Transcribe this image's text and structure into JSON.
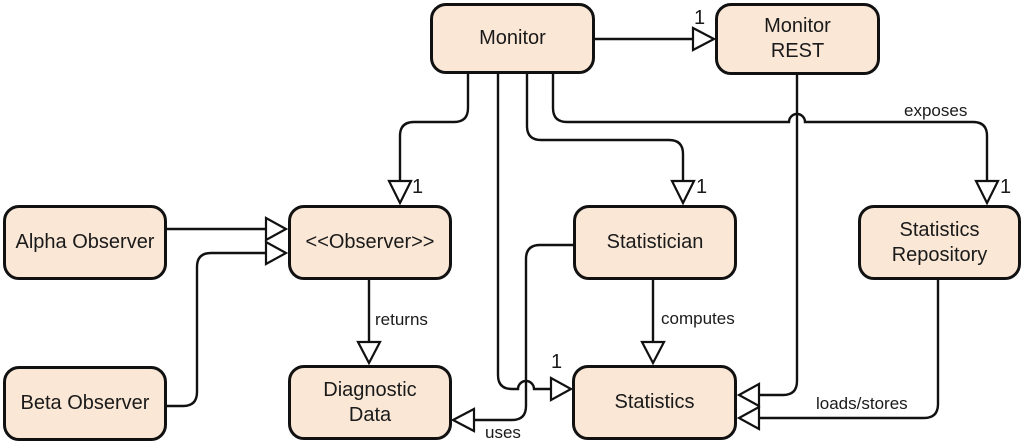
{
  "diagram": {
    "background": "#ffffff",
    "node_fill": "#fae7d6",
    "node_border": "#111111",
    "line_color": "#111111",
    "multiplicity": "1",
    "nodes": {
      "monitor": {
        "line1": "Monitor"
      },
      "monitor_rest": {
        "line1": "Monitor",
        "line2": "REST"
      },
      "alpha_observer": {
        "line1": "Alpha Observer"
      },
      "observer": {
        "line1": "<<Observer>>"
      },
      "statistician": {
        "line1": "Statistician"
      },
      "statistics_repository": {
        "line1": "Statistics",
        "line2": "Repository"
      },
      "beta_observer": {
        "line1": "Beta Observer"
      },
      "diagnostic_data": {
        "line1": "Diagnostic",
        "line2": "Data"
      },
      "statistics": {
        "line1": "Statistics"
      }
    },
    "edge_labels": {
      "returns": "returns",
      "computes": "computes",
      "uses": "uses",
      "exposes": "exposes",
      "loads_stores": "loads/stores"
    },
    "edges": [
      {
        "from": "Monitor",
        "to": "Monitor REST",
        "multiplicity": "1"
      },
      {
        "from": "Monitor",
        "to": "<<Observer>>",
        "multiplicity": "1"
      },
      {
        "from": "Monitor",
        "to": "Statistician",
        "multiplicity": "1"
      },
      {
        "from": "Monitor",
        "to": "Statistics",
        "multiplicity": "1"
      },
      {
        "from": "Monitor",
        "to": "Statistics Repository",
        "multiplicity": "1",
        "label": "exposes"
      },
      {
        "from": "Alpha Observer",
        "to": "<<Observer>>"
      },
      {
        "from": "Beta Observer",
        "to": "<<Observer>>"
      },
      {
        "from": "<<Observer>>",
        "to": "Diagnostic Data",
        "label": "returns"
      },
      {
        "from": "Statistician",
        "to": "Statistics",
        "label": "computes"
      },
      {
        "from": "Statistician",
        "to": "Diagnostic Data",
        "label": "uses"
      },
      {
        "from": "Monitor REST",
        "to": "Statistics"
      },
      {
        "from": "Statistics Repository",
        "to": "Statistics",
        "label": "loads/stores"
      }
    ]
  }
}
